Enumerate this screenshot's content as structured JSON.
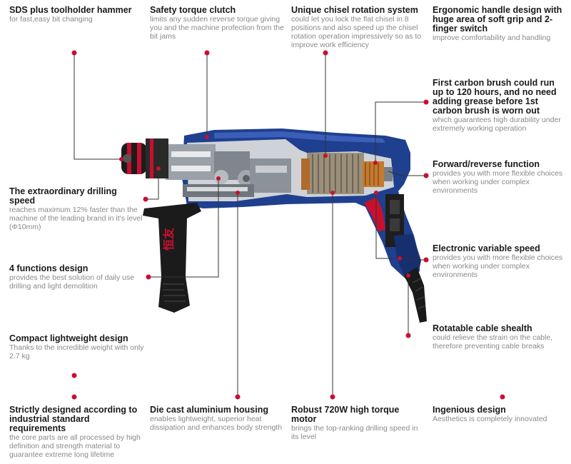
{
  "callouts": [
    {
      "title": "SDS plus toolholder hammer",
      "desc": "for fast,easy bit changing"
    },
    {
      "title": "Safety torque clutch",
      "desc": "limits any sudden reverse torque giving you and the machine profection from the bit jams"
    },
    {
      "title": "Unique chisel rotation system",
      "desc": "could let you lock the flat chisel in 8 positions  and also speed up the chisel rotation operation impressively so as to improve work efficiency"
    },
    {
      "title": "Ergonomic handle design with huge area of soft grip and 2-finger switch",
      "desc": "improve comfortability and handling"
    },
    {
      "title": "First carbon brush could run up to 120 hours, and no need adding grease before 1st carbon brush is worn out",
      "desc": "which guarantees high durability under extremely working operation"
    },
    {
      "title": "Forward/reverse function",
      "desc": "provides you with more flexible choices when working under complex environments"
    },
    {
      "title": "The extraordinary drilling speed",
      "desc": "reaches maximum 12% faster than the machine of the leading brand in it's level (Φ10mm)"
    },
    {
      "title": "4 functions design",
      "desc": "provides the best solution of daily use drilling and light demolition"
    },
    {
      "title": "Electronic variable speed",
      "desc": "provides you with more flexible choices when working under complex environments"
    },
    {
      "title": "Rotatable cable shealth",
      "desc": "could relieve the strain on the cable, therefore preventing cable breaks"
    },
    {
      "title": "Compact lightweight design",
      "desc": "Thanks to the incredible weight with only 2.7 kg"
    },
    {
      "title": "Strictly designed according to industrial standard requirements",
      "desc": "the core parts are all processed by high definition and strength material to guarantee extreme long lifetime"
    },
    {
      "title": "Die cast aluminium housing",
      "desc": "enables lightweight, superior heat dissipation and enhances body strength"
    },
    {
      "title": "Robust 720W high torque motor",
      "desc": "brings the top-ranking drilling speed in its level"
    },
    {
      "title": "Ingenious design",
      "desc": "Aesthetics is completely innovated"
    }
  ],
  "handle_logo": "恒友",
  "colors": {
    "accent": "#c8102e",
    "body_blue": "#1f3f8f",
    "grip_black": "#1b1b1b"
  }
}
